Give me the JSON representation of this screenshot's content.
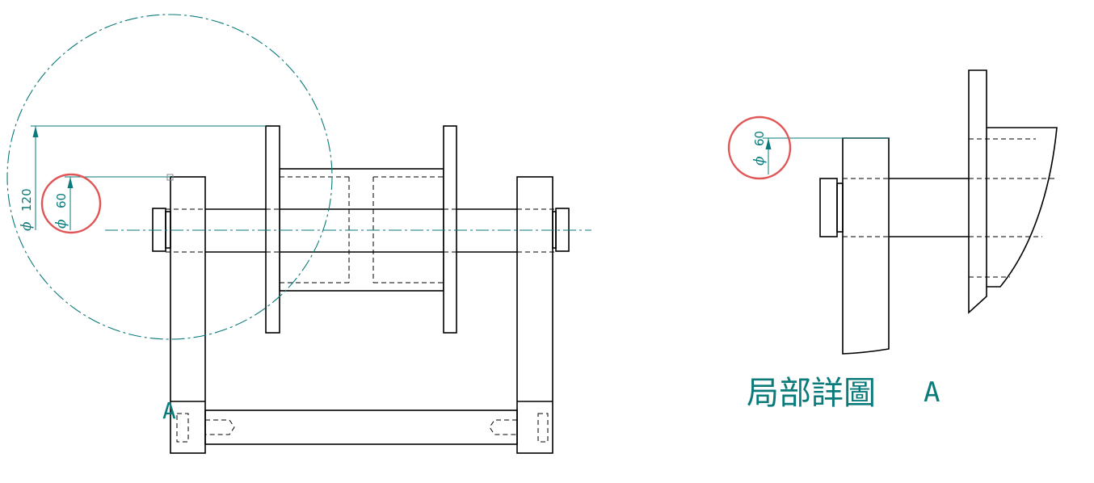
{
  "colors": {
    "outline": "#000000",
    "annotation": "#0a7a7a",
    "highlight": "#e05555"
  },
  "main_view": {
    "detail_label": "A",
    "dim_outer": {
      "symbol": "ϕ",
      "value": "120"
    },
    "dim_inner": {
      "symbol": "ϕ",
      "value": "60"
    }
  },
  "detail_view": {
    "dim": {
      "symbol": "ϕ",
      "value": "60"
    },
    "caption": "局部詳圖",
    "caption_letter": "A"
  }
}
